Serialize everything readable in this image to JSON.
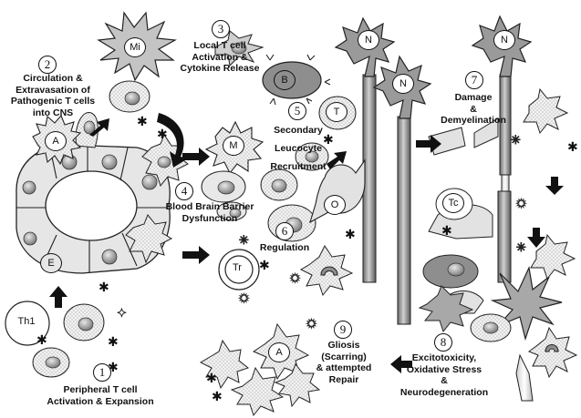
{
  "steps": [
    {
      "n": "1",
      "label": "Peripheral T cell\nActivation & Expansion"
    },
    {
      "n": "2",
      "label": "Circulation &\nExtravasation of\nPathogenic T cells\ninto CNS"
    },
    {
      "n": "3",
      "label": "Local T cell\nActivation &\nCytokine Release"
    },
    {
      "n": "4",
      "label": "Blood Brain Barrier\nDysfunction"
    },
    {
      "n": "5",
      "label": "Secondary\nLeucocyte\nRecruitment"
    },
    {
      "n": "6",
      "label": "Regulation"
    },
    {
      "n": "7",
      "label": "Damage\n&\nDemyelination"
    },
    {
      "n": "8",
      "label": "Excitotoxicity,\nOxidative Stress\n&\nNeurodegeneration"
    },
    {
      "n": "9",
      "label": "Gliosis\n(Scarring)\n& attempted\nRepair"
    }
  ],
  "cells": {
    "microglia": "Mi",
    "b_cell": "B",
    "t_cell": "T",
    "macrophage": "M",
    "astrocyte_top": "A",
    "endothelium": "E",
    "oligodendrocyte": "O",
    "cytotoxic_t": "Tc",
    "regulatory_t": "Tr",
    "th1": "Th1",
    "astrocyte_bottom": "A",
    "neuron_1": "N",
    "neuron_2": "N",
    "neuron_3": "N"
  }
}
